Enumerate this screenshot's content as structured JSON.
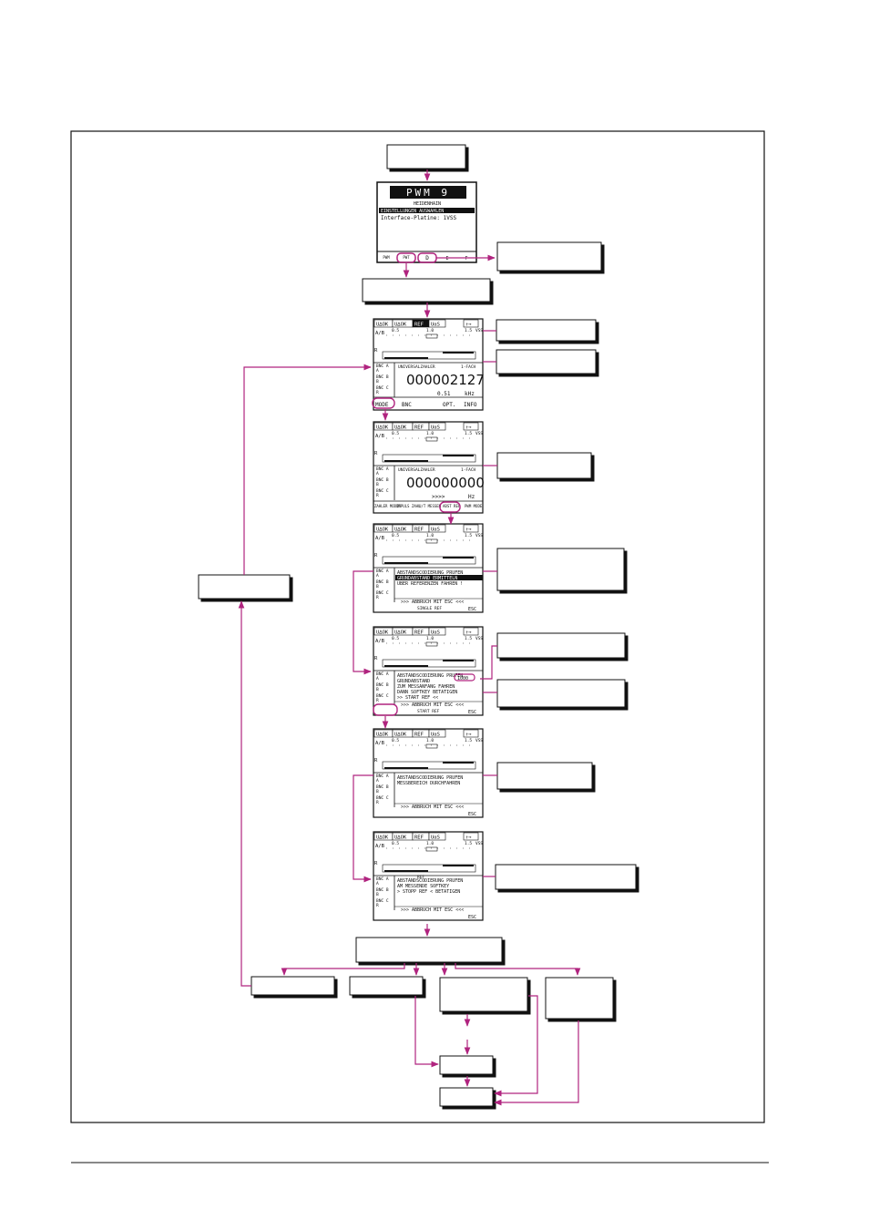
{
  "colors": {
    "flow": "#b0247f",
    "ink": "#111111",
    "box": "#ffffff",
    "shadow": "#111111"
  },
  "splash": {
    "title": "PWM 9",
    "brand": "HEIDENHAIN",
    "menu_line": "EINSTELLUNGEN AUSWAHLEN",
    "info_line": "Interface-Platine: 1VSS",
    "soft_keys": [
      "PWM MODE",
      "PWT MODE",
      "D",
      "E",
      "F"
    ]
  },
  "lcd_common": {
    "tabs": [
      "U∆OK",
      "U∆OK",
      "REF",
      "UαS",
      "↑→"
    ],
    "scale_label": "A/B",
    "scale_ticks": [
      "0.5",
      "1.0",
      "1.5",
      "VSS"
    ],
    "r_label": "R",
    "bnc_labels": [
      "BNC A",
      "A",
      "BNC B",
      "B",
      "BNC C",
      "R"
    ]
  },
  "screen2": {
    "counter_title": "UNIVERSALZAHLER",
    "counter_mode": "1-FACH",
    "count": "000002127",
    "freq": "0.51",
    "freq_unit": "kHz",
    "soft_keys": [
      "MODE",
      "BNC",
      "OPT.",
      "INFO"
    ]
  },
  "screen3": {
    "counter_title": "UNIVERSALZAHLER",
    "counter_mode": "1-FACH",
    "count": "000000000",
    "freq": ">>>>",
    "freq_unit": "Hz",
    "soft_keys": [
      "ZAHLER MODUS",
      "IMPULS ZAHL",
      "U/T MESSEN",
      "ABST REF",
      "PWM MODE"
    ]
  },
  "screen4": {
    "lines": [
      "ABSTANDSCODIERUNG PRUFEN",
      "GRUNDABSTAND ERMITTELN",
      "UBER REFERENZEN FAHREN !"
    ],
    "footer": ">>> ABBRUCH MIT ESC <<<",
    "soft_key": "SINGLE REF",
    "esc": "ESC"
  },
  "screen5": {
    "lines": [
      "ABSTANDSCODIERUNG PRUFEN",
      "GRUNDABSTAND",
      "ZUM MESSANFANG FAHREN",
      "DANN SOFTKEY BETATIGEN",
      ">> START REF <<"
    ],
    "value": "1000",
    "footer": ">>> ABBRUCH MIT ESC <<<",
    "soft_key": "START REF",
    "esc": "ESC"
  },
  "screen6": {
    "lines": [
      "ABSTANDSCODIERUNG PRUFEN",
      "MESSBEREICH DURCHFAHREN"
    ],
    "footer": ">>> ABBRUCH MIT ESC <<<",
    "esc": "ESC"
  },
  "screen7": {
    "lines": [
      "ABSTANDSCODIERUNG PRUFEN",
      "AM MESSENDE SOFTKEY",
      "> STOPP REF < BETATIGEN"
    ],
    "ref_marker": "REF",
    "footer": ">>> ABBRUCH MIT ESC <<<",
    "esc": "ESC"
  }
}
